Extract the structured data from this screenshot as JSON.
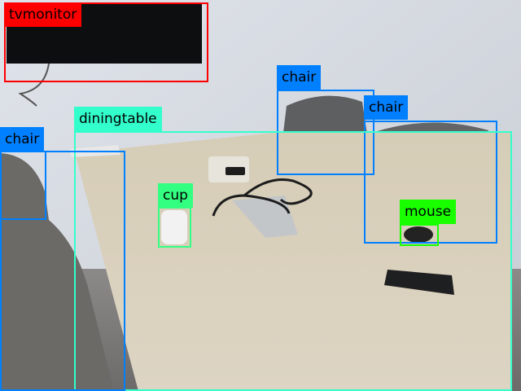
{
  "detections": [
    {
      "id": "tvmonitor",
      "label": "tvmonitor",
      "color": "#FF0000",
      "text_color": "#000000"
    },
    {
      "id": "chair-mid",
      "label": "chair",
      "color": "#0080FF",
      "text_color": "#000000"
    },
    {
      "id": "chair-right",
      "label": "chair",
      "color": "#0080FF",
      "text_color": "#000000"
    },
    {
      "id": "diningtable",
      "label": "diningtable",
      "color": "#33FFCC",
      "text_color": "#000000"
    },
    {
      "id": "chair-left",
      "label": "chair",
      "color": "#0080FF",
      "text_color": "#000000"
    },
    {
      "id": "cup",
      "label": "cup",
      "color": "#33FF80",
      "text_color": "#000000"
    },
    {
      "id": "mouse",
      "label": "mouse",
      "color": "#19FF00",
      "text_color": "#000000"
    }
  ]
}
